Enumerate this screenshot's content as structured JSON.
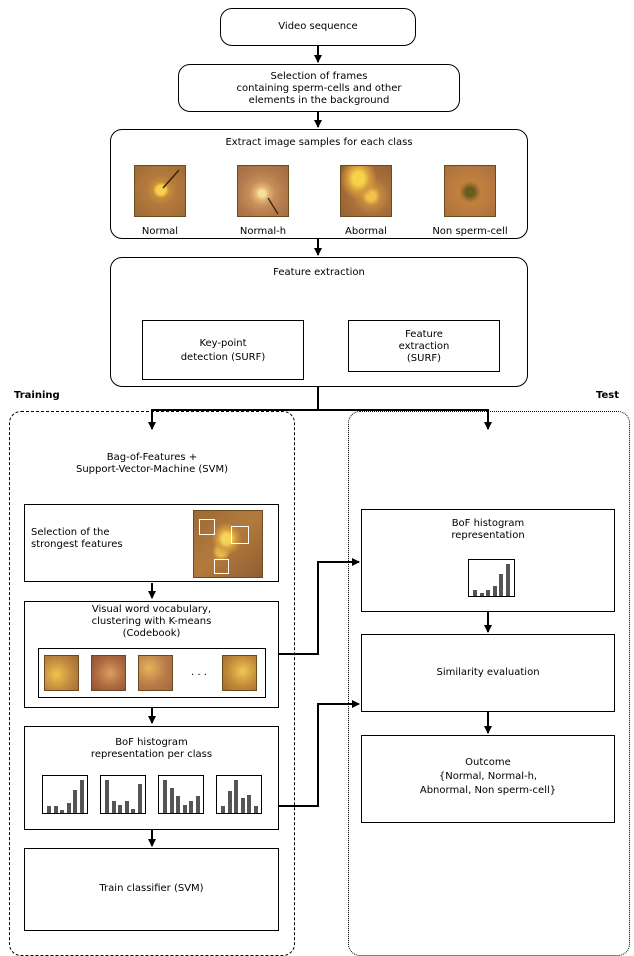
{
  "steps": {
    "video": "Video sequence",
    "selection": "Selection of frames\ncontaining sperm-cells and other\nelements in the background",
    "extract_title": "Extract image samples for each class",
    "classes": [
      "Normal",
      "Normal-h",
      "Abormal",
      "Non sperm-cell"
    ],
    "feature_title": "Feature extraction",
    "keypoint": "Key-point\ndetection (SURF)",
    "feature_sub": "Feature\nextraction\n(SURF)"
  },
  "training": {
    "label": "Training",
    "header": "Bag-of-Features +\nSupport-Vector-Machine (SVM)",
    "strongest": "Selection of the\nstrongest features",
    "vocab": "Visual word vocabulary,\nclustering with K-means\n(Codebook)",
    "ellipsis": ". . .",
    "bof": "BoF histogram\nrepresentation per class",
    "train": "Train classifier (SVM)"
  },
  "test": {
    "label": "Test",
    "bof": "BoF histogram\nrepresentation",
    "similarity": "Similarity evaluation",
    "outcome": "Outcome\n{Normal, Normal-h,\nAbnormal, Non sperm-cell}"
  },
  "histograms": {
    "test": [
      2,
      1,
      2,
      3,
      7,
      10
    ],
    "class_1": [
      2,
      2,
      1,
      3,
      7,
      10
    ],
    "class_2": [
      8,
      3,
      2,
      3,
      1,
      7
    ],
    "class_3": [
      8,
      6,
      4,
      2,
      3,
      4
    ],
    "class_4": [
      2,
      6,
      9,
      4,
      5,
      2
    ]
  },
  "colors": {
    "cell_bg": "#b37a3c",
    "cell_bright": "#f0c040",
    "bar": "#555555"
  }
}
